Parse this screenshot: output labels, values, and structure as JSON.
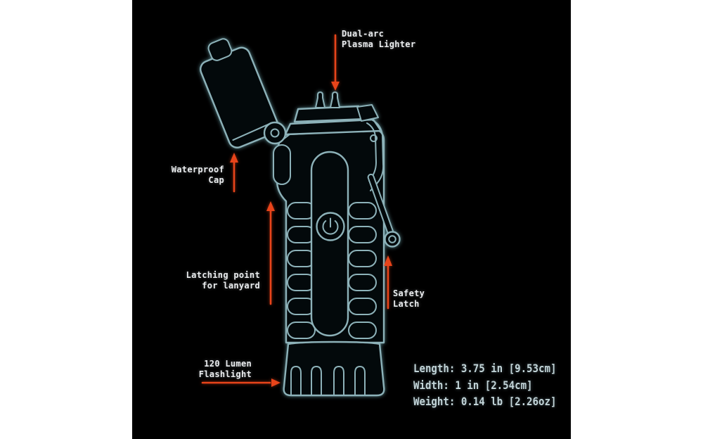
{
  "scene": {
    "background": "#ffffff",
    "panel_color": "#000000",
    "line_color": "#8db2b9",
    "arrow_color": "#e8441a",
    "label_color": "#eceef0",
    "specs_color": "#c2d4d8"
  },
  "callouts": {
    "plasma": {
      "line1": "Dual-arc",
      "line2": "Plasma Lighter"
    },
    "waterproof_cap": {
      "line1": "Waterproof",
      "line2": "Cap"
    },
    "latching_point": {
      "line1": "Latching point",
      "line2": "for lanyard"
    },
    "flashlight": {
      "line1": "120 Lumen",
      "line2": "Flashlight"
    },
    "safety_latch": {
      "line1": "Safety",
      "line2": "Latch"
    }
  },
  "specs": {
    "length": "Length: 3.75 in [9.53cm]",
    "width": "Width: 1 in [2.54cm]",
    "weight": "Weight: 0.14 lb [2.26oz]"
  }
}
